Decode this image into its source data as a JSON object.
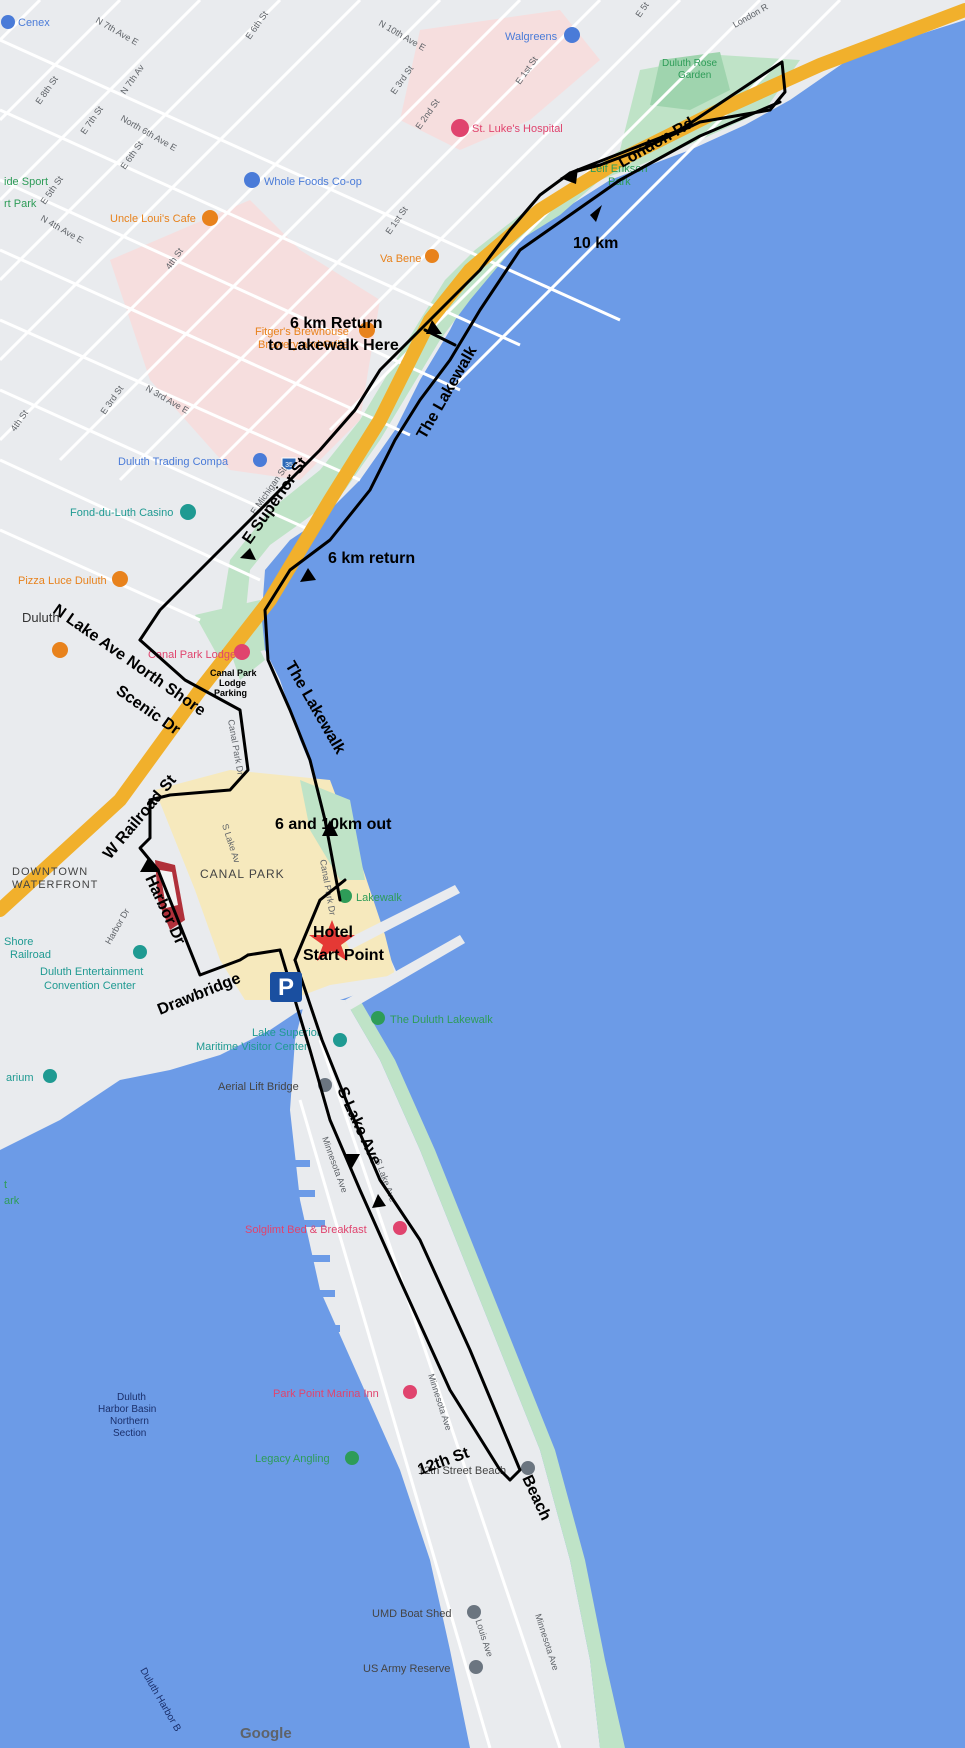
{
  "colors": {
    "water": "#6c9be7",
    "land": "#e9ebee",
    "park": "#bfe3c7",
    "park_dark": "#9fd4ae",
    "urban": "#f6dede",
    "commercial": "#f6e9bd",
    "highway": "#f1b02c",
    "street": "#ffffff",
    "route": "#000000",
    "star": "#e53935",
    "parking": "#1a4fa0",
    "poi_orange": "#e8821c",
    "poi_pink": "#e0446e",
    "poi_green": "#2e9c58",
    "poi_blue": "#4a7bd8",
    "poi_teal": "#1f9a92",
    "poi_gray": "#6b7580"
  },
  "route_labels": {
    "london_rd": "London Rd",
    "km10": "10 km",
    "return6_line1": "6 km Return",
    "return6_line2": "to Lakewalk Here",
    "lakewalk_upper": "The Lakewalk",
    "superior": "E Superior St",
    "km6_return": "6 km return",
    "lake_ave_north": "N Lake Ave North Shore",
    "scenic": "Scenic Dr",
    "lakewalk_lower": "The Lakewalk",
    "railroad": "W Railroad St",
    "out": "6 and 10km out",
    "harbor": "Harbor Dr",
    "hotel": "Hotel",
    "start": "Start Point",
    "drawbridge": "Drawbridge",
    "s_lake_ave": "S Lake Ave",
    "twelfth": "12th St",
    "beach": "Beach"
  },
  "parking_symbol": "P",
  "pois": {
    "cenex": "Cenex",
    "walgreens": "Walgreens",
    "st_lukes": "St. Luke's Hospital",
    "duluth_rose_line1": "Duluth Rose",
    "duluth_rose_line2": "Garden",
    "leif_line1": "Leif Erikson",
    "leif_line2": "Park",
    "whole_foods": "Whole Foods Co-op",
    "uncle_louis": "Uncle Loui's Cafe",
    "va_bene": "Va Bene",
    "fitgers_line1": "Fitger's Brewhouse",
    "fitgers_line2": "Brewery and Grille",
    "duluth_trading": "Duluth Trading Compa",
    "fond_du_luth": "Fond-du-Luth Casino",
    "pizza_luce": "Pizza Luce Duluth",
    "duluth": "Duluth",
    "canal_lodge": "Canal Park Lodge",
    "canal_parking_line1": "Canal Park",
    "canal_parking_line2": "Lodge",
    "canal_parking_line3": "Parking",
    "downtown_line1": "DOWNTOWN",
    "downtown_line2": "WATERFRONT",
    "canal_park": "CANAL PARK",
    "lakewalk_poi": "Lakewalk",
    "shore_line1": "Shore",
    "shore_line2": "Railroad",
    "dec_line1": "Duluth Entertainment",
    "dec_line2": "Convention Center",
    "duluth_lakewalk_poi": "The Duluth Lakewalk",
    "maritime_line1": "Lake Superior",
    "maritime_line2": "Maritime Visitor Center",
    "aerial": "Aerial Lift Bridge",
    "arium": "arium",
    "sport_line1": "ide Sport",
    "sport_line2": "rt Park",
    "left_t": "t",
    "left_ark": "ark",
    "solglimt": "Solglimt Bed & Breakfast",
    "park_point": "Park Point Marina Inn",
    "legacy": "Legacy Angling",
    "street_beach": "12th Street Beach",
    "basin_line1": "Duluth",
    "basin_line2": "Harbor Basin",
    "basin_line3": "Northern",
    "basin_line4": "Section",
    "umd": "UMD Boat Shed",
    "army": "US Army Reserve",
    "harbor_b": "Duluth Harbor B",
    "google": "Google"
  },
  "streets": {
    "n7th_ave_e": "N 7th Ave E",
    "e6th_st": "E 6th St",
    "n10th_ave_e": "N 10th Ave E",
    "e3rd_st_a": "E 3rd St",
    "e2nd_st": "E 2nd St",
    "e1st_st_a": "E 1st St",
    "e1st_st_b": "E 1st St",
    "london_rd_small": "London R",
    "e5t": "E 5t",
    "e8th_st": "E 8th St",
    "n7th_av": "N 7th Av",
    "e7th_st": "E 7th St",
    "north6th_ave_e": "North 6th Ave E",
    "e6th_st_b": "E 6th St",
    "e5th_st": "E 5th St",
    "n4th_ave_e": "N 4th Ave E",
    "fourth_st_a": "4th St",
    "e3rd_st_b": "E 3rd St",
    "n3rd_ave_e": "N 3rd Ave E",
    "fourth_st_b": "4th St",
    "e_michigan": "E Michigan St",
    "canal_park_dr_a": "Canal Park Dr",
    "canal_park_dr_b": "Canal Park Dr",
    "s_lake_av_small": "S Lake Av",
    "harbor_dr_small": "Harbor Dr",
    "minnesota_ave_a": "Minnesota Ave",
    "s_lake_ave_small": "S Lake Ave",
    "minnesota_ave_b": "Minnesota Ave",
    "minnesota_ave_c": "Minnesota Ave",
    "st_louis_ave": "St Louis Ave",
    "i35": "35"
  }
}
